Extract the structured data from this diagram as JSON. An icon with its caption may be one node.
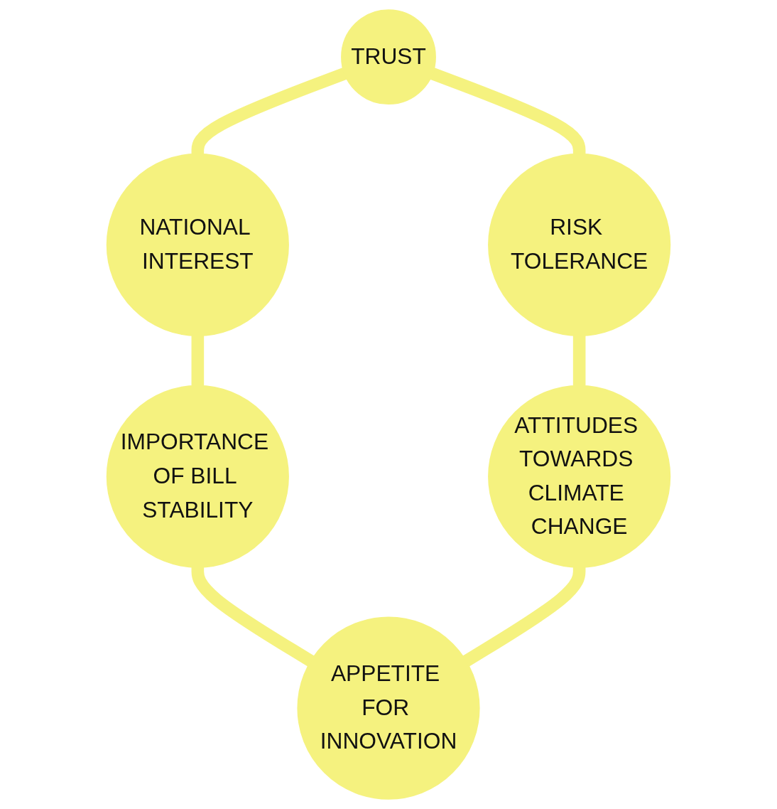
{
  "diagram": {
    "nodes": [
      {
        "text": [
          "TRUST"
        ]
      },
      {
        "text": [
          "RISK TOLERANCE"
        ]
      },
      {
        "text": [
          "ATTITUDES TOWARDS CLIMATE CHANGE"
        ]
      },
      {
        "text": [
          "APPETITE FOR INNOVATION"
        ]
      },
      {
        "text": [
          "IMPORTANCE OF BILL STABILITY"
        ]
      },
      {
        "text": [
          "NATIONAL INTEREST"
        ]
      }
    ],
    "edges": [
      {
        "from": 0,
        "to": 5,
        "arrow": "none"
      },
      {
        "from": 5,
        "to": 4,
        "arrow": "none"
      },
      {
        "from": 4,
        "to": 3,
        "arrow": "none"
      },
      {
        "from": 0,
        "to": 1,
        "arrow": "none"
      },
      {
        "from": 1,
        "to": 2,
        "arrow": "none"
      },
      {
        "from": 2,
        "to": 3,
        "arrow": "none"
      }
    ]
  }
}
